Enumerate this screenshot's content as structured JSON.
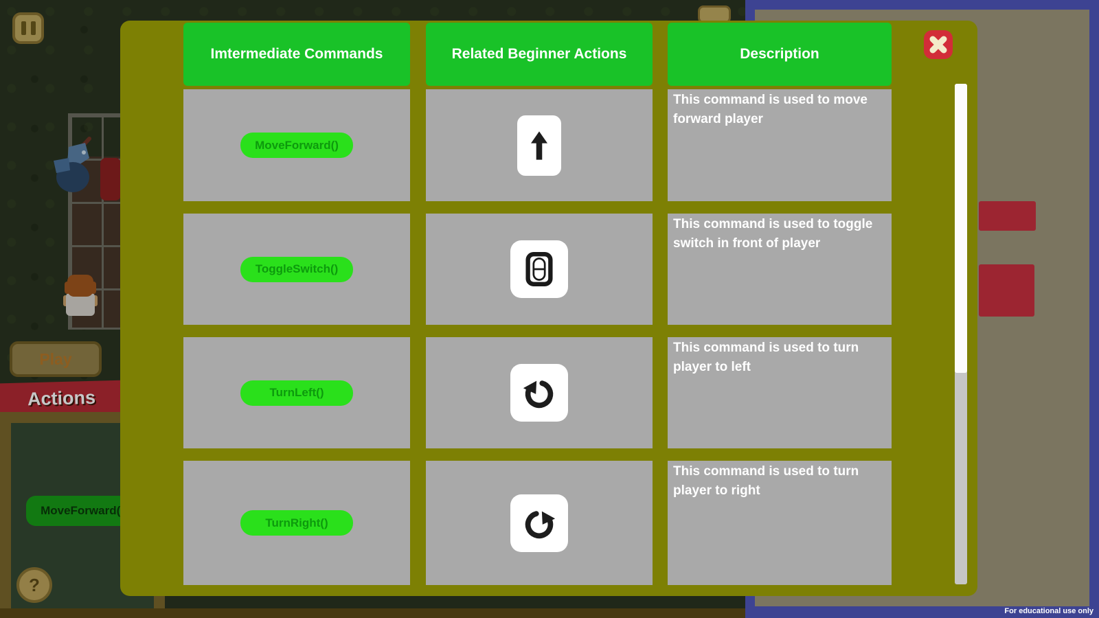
{
  "modal": {
    "columns": [
      "Imtermediate Commands",
      "Related Beginner Actions",
      "Description"
    ],
    "rows": [
      {
        "command": "MoveForward()",
        "icon": "arrow-up",
        "description": "This command is used to move forward player"
      },
      {
        "command": "ToggleSwitch()",
        "icon": "toggle-switch",
        "description": "This command is used to toggle switch in front of player"
      },
      {
        "command": "TurnLeft()",
        "icon": "rotate-left",
        "description": "This command is used to turn player to left"
      },
      {
        "command": "TurnRight()",
        "icon": "rotate-right",
        "description": "This command is used to turn player to right"
      }
    ],
    "colors": {
      "panel": "#7d8004",
      "header_green": "#19c228",
      "cell_gray": "#a9a9a9",
      "pill_green": "#2ae01b",
      "pill_text": "#0d9a0d",
      "close_red": "#d22c38"
    }
  },
  "game": {
    "play_label": "Play",
    "actions_label": "Actions",
    "block_label": "MoveForward()",
    "help_label": "?"
  },
  "watermark": "For educational use only"
}
